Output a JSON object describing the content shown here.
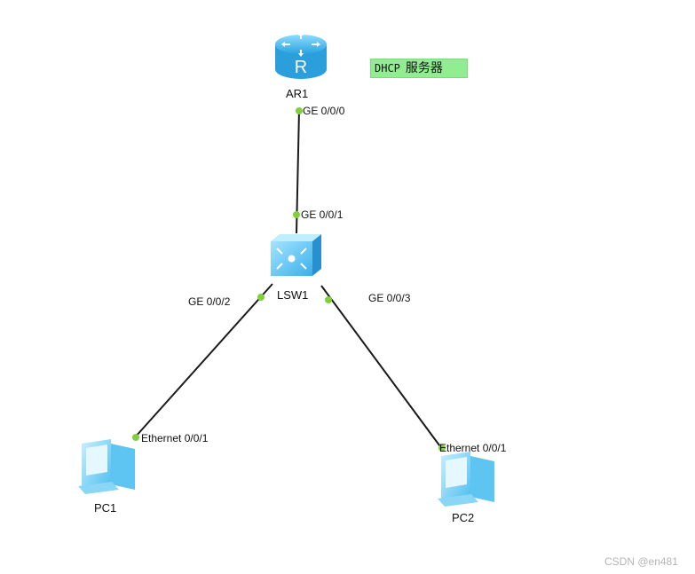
{
  "devices": {
    "router": {
      "label": "AR1",
      "icon": "router-icon"
    },
    "switch": {
      "label": "LSW1",
      "icon": "switch-icon"
    },
    "pc1": {
      "label": "PC1",
      "icon": "pc-icon"
    },
    "pc2": {
      "label": "PC2",
      "icon": "pc-icon"
    }
  },
  "annotation": {
    "prefix": "DHCP",
    "text": "服务器",
    "color": "#90ee90"
  },
  "ports": {
    "ar1_ge000": "GE 0/0/0",
    "lsw1_ge001": "GE 0/0/1",
    "lsw1_ge002": "GE 0/0/2",
    "lsw1_ge003": "GE 0/0/3",
    "pc1_eth": "Ethernet 0/0/1",
    "pc2_eth": "Ethernet 0/0/1"
  },
  "links": [
    {
      "from": "AR1",
      "to": "LSW1"
    },
    {
      "from": "LSW1",
      "to": "PC1"
    },
    {
      "from": "LSW1",
      "to": "PC2"
    }
  ],
  "colors": {
    "link": "#1a1a1a",
    "port_dot": "#7ed03c",
    "device_blue": "#49b6ea"
  },
  "watermark": "CSDN @en481"
}
